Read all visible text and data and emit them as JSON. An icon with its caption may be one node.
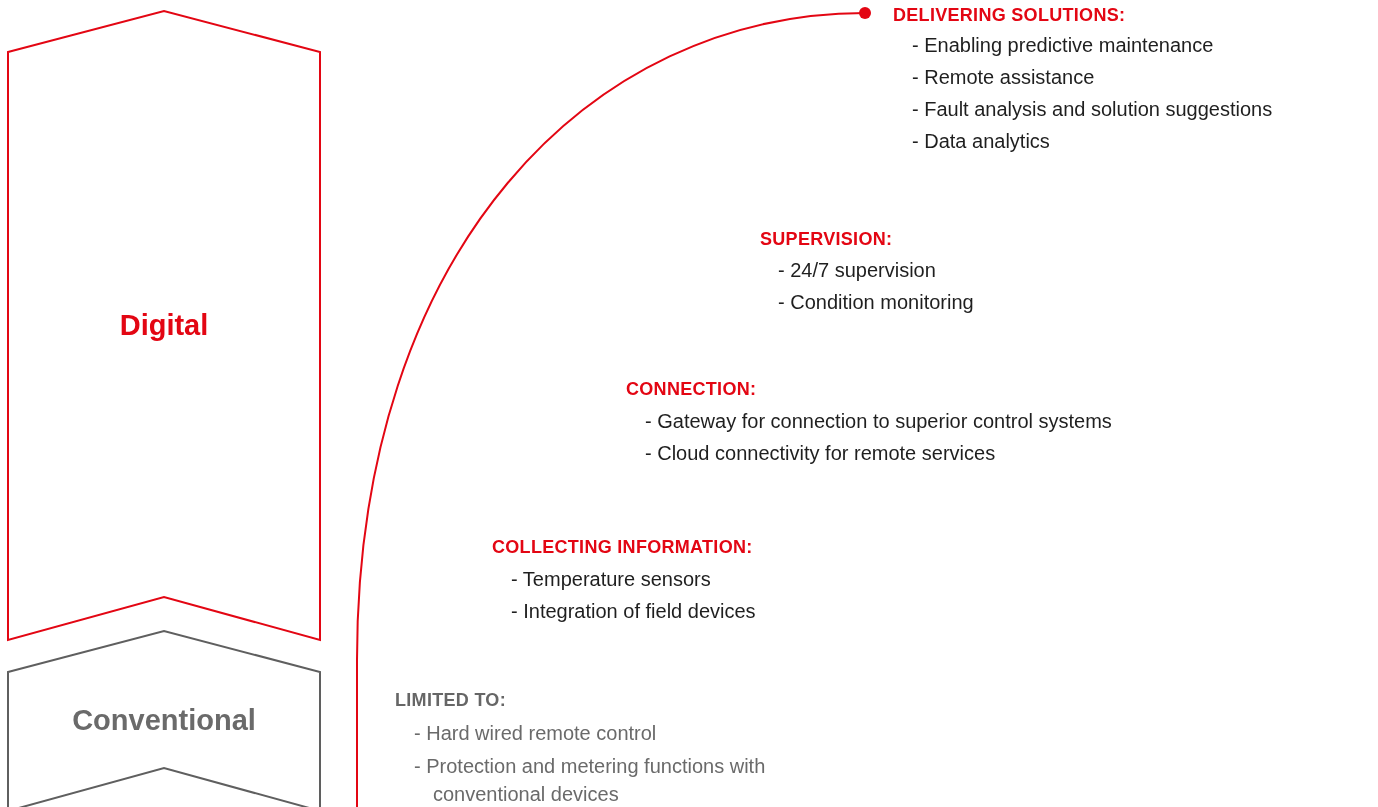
{
  "diagram": {
    "nodes": [
      {
        "text": [
          "Digital"
        ]
      },
      {
        "text": [
          "Conventional"
        ]
      }
    ],
    "labels": [
      "DELIVERING SOLUTIONS:",
      "- Enabling predictive maintenance",
      "- Remote assistance",
      "- Fault analysis and solution suggestions",
      "- Data analytics",
      "SUPERVISION:",
      "- 24/7 supervision",
      "- Condition monitoring",
      "CONNECTION:",
      "- Gateway for connection to superior control systems",
      "- Cloud connectivity for remote services",
      "COLLECTING INFORMATION:",
      "- Temperature sensors",
      "- Integration of field devices",
      "LIMITED TO:",
      "- Hard wired remote control",
      "- Protection and metering functions with conventional devices"
    ]
  }
}
